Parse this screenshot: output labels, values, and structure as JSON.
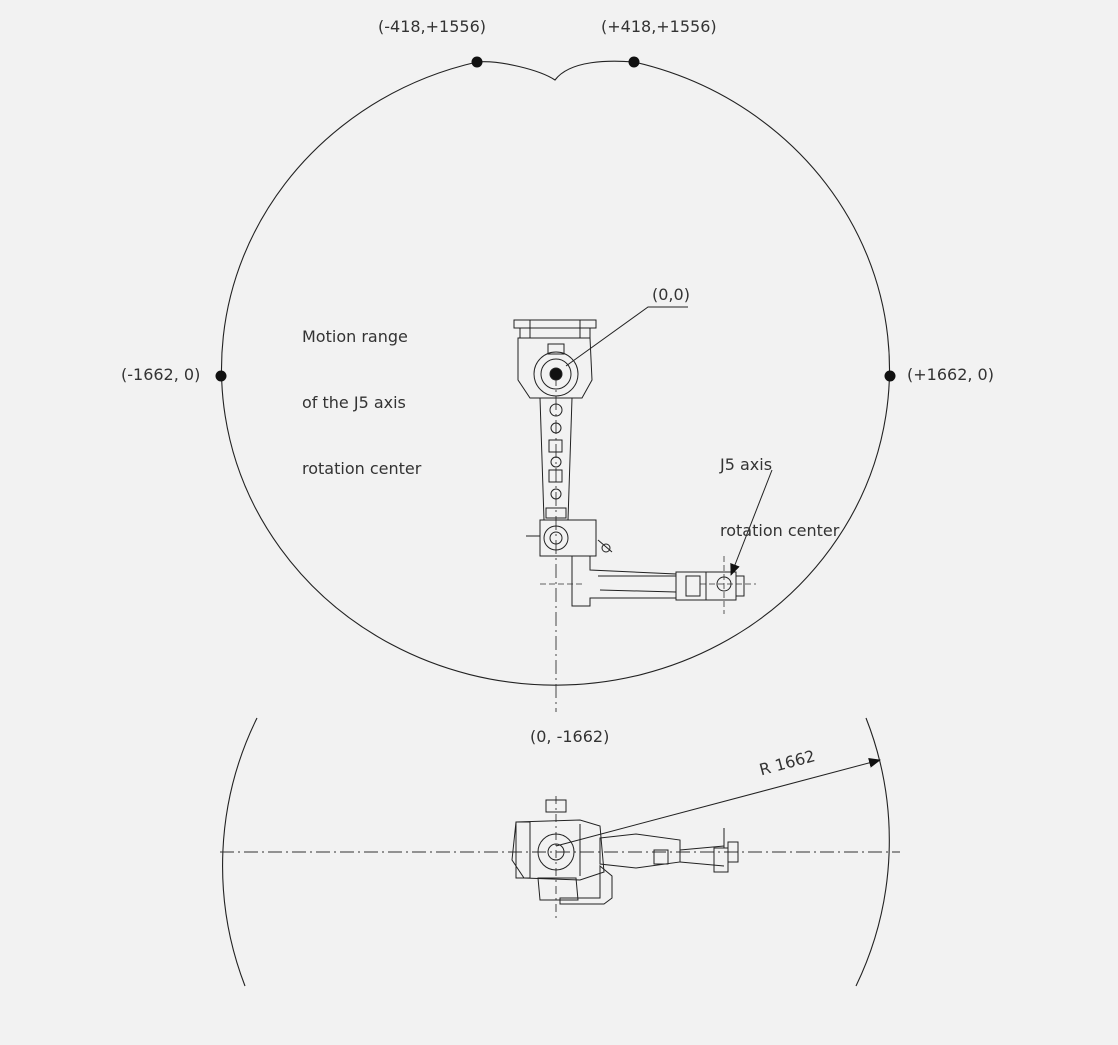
{
  "points": {
    "top_left": "(-418,+1556)",
    "top_right": "(+418,+1556)",
    "left": "(-1662, 0)",
    "right": "(+1662, 0)",
    "origin": "(0,0)",
    "bottom": "(0, -1662)"
  },
  "labels": {
    "motion_range": [
      "Motion range",
      "of the J5 axis",
      "rotation center"
    ],
    "j5_center": [
      "J5 axis",
      "rotation center"
    ],
    "radius": "R 1662"
  },
  "colors": {
    "background": "#f2f2f2",
    "line": "#222222",
    "text": "#333333"
  }
}
